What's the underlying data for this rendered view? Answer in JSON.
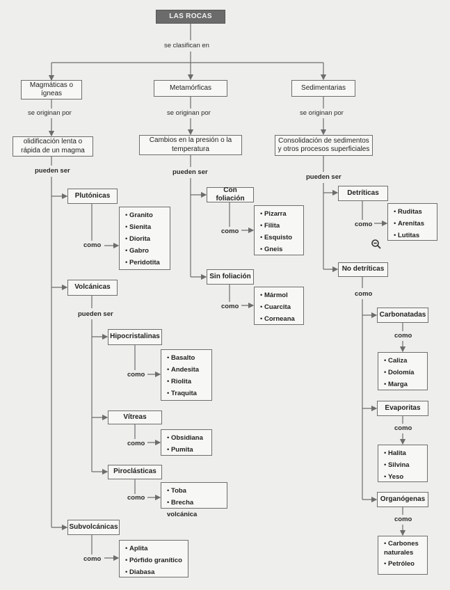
{
  "title": "LAS ROCAS",
  "connector_top": "se clasifican en",
  "categories": {
    "magmaticas": "Magmáticas o ígneas",
    "metamorficas": "Metamórficas",
    "sedimentarias": "Sedimentarias"
  },
  "labels": {
    "se_originan_por": "se originan por",
    "pueden_ser": "pueden ser",
    "como": "como"
  },
  "origins": {
    "magmaticas": "olidificación lenta o rápida de un magma",
    "metamorficas": "Cambios en la presión o la temperatura",
    "sedimentarias": "Consolidación de sedimentos y otros procesos superficiales"
  },
  "magmaticas": {
    "plutonicas": {
      "label": "Plutónicas",
      "items": [
        "Granito",
        "Sienita",
        "Diorita",
        "Gabro",
        "Peridotita"
      ]
    },
    "volcanicas": {
      "label": "Volcánicas",
      "hipocristalinas": {
        "label": "Hipocristalinas",
        "items": [
          "Basalto",
          "Andesita",
          "Riolita",
          "Traquita"
        ]
      },
      "vitreas": {
        "label": "Vítreas",
        "items": [
          "Obsidiana",
          "Pumita"
        ]
      },
      "piroclasticas": {
        "label": "Piroclásticas",
        "items": [
          "Toba",
          "Brecha volcánica"
        ]
      }
    },
    "subvolcanicas": {
      "label": "Subvolcánicas",
      "items": [
        "Aplita",
        "Pórfido granítico",
        "Diabasa"
      ]
    }
  },
  "metamorficas": {
    "con_foliacion": {
      "label": "Con foliación",
      "items": [
        "Pizarra",
        "Filita",
        "Esquisto",
        "Gneis"
      ]
    },
    "sin_foliacion": {
      "label": "Sin foliación",
      "items": [
        "Mármol",
        "Cuarcita",
        "Corneana"
      ]
    }
  },
  "sedimentarias": {
    "detriticas": {
      "label": "Detríticas",
      "items": [
        "Ruditas",
        "Arenitas",
        "Lutitas"
      ]
    },
    "no_detriticas": {
      "label": "No detríticas",
      "carbonatadas": {
        "label": "Carbonatadas",
        "items": [
          "Caliza",
          "Dolomía",
          "Marga"
        ]
      },
      "evaporitas": {
        "label": "Evaporitas",
        "items": [
          "Halita",
          "Silvina",
          "Yeso"
        ]
      },
      "organogenas": {
        "label": "Organógenas",
        "items": [
          "Carbones naturales",
          "Petróleo"
        ]
      }
    }
  },
  "icon_zoom": "zoom-out-icon",
  "colors": {
    "title_bg": "#6b6b6b",
    "line": "#6d6d6d",
    "page_bg": "#eeeeec"
  }
}
